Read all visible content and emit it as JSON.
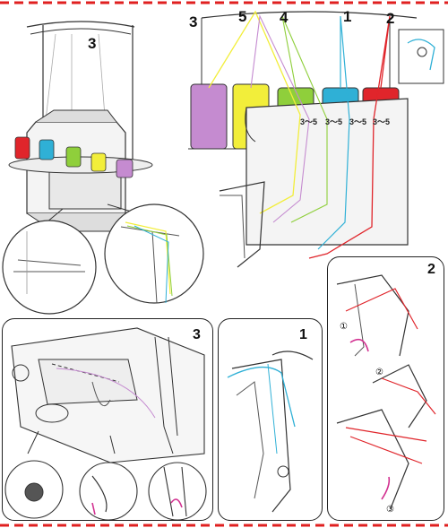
{
  "colors": {
    "border_red": "#e02020",
    "thread_purple": "#c58bd0",
    "thread_yellow": "#f2ee3a",
    "thread_green": "#8fcf3b",
    "thread_blue": "#2fb0d6",
    "thread_red": "#e0252b",
    "line": "#222222"
  },
  "labels": {
    "top_left_step": "3",
    "spool_3": "3",
    "spool_5": "5",
    "spool_4": "4",
    "spool_1": "1",
    "spool_2": "2",
    "tension_1": "3～5",
    "tension_2": "3～5",
    "tension_3": "3～5",
    "tension_4": "3～5",
    "panel_right_step": "2",
    "panel_mid_step": "1",
    "panel_left_step": "3",
    "circled_1": "①",
    "circled_2": "②",
    "circled_3": "③"
  }
}
